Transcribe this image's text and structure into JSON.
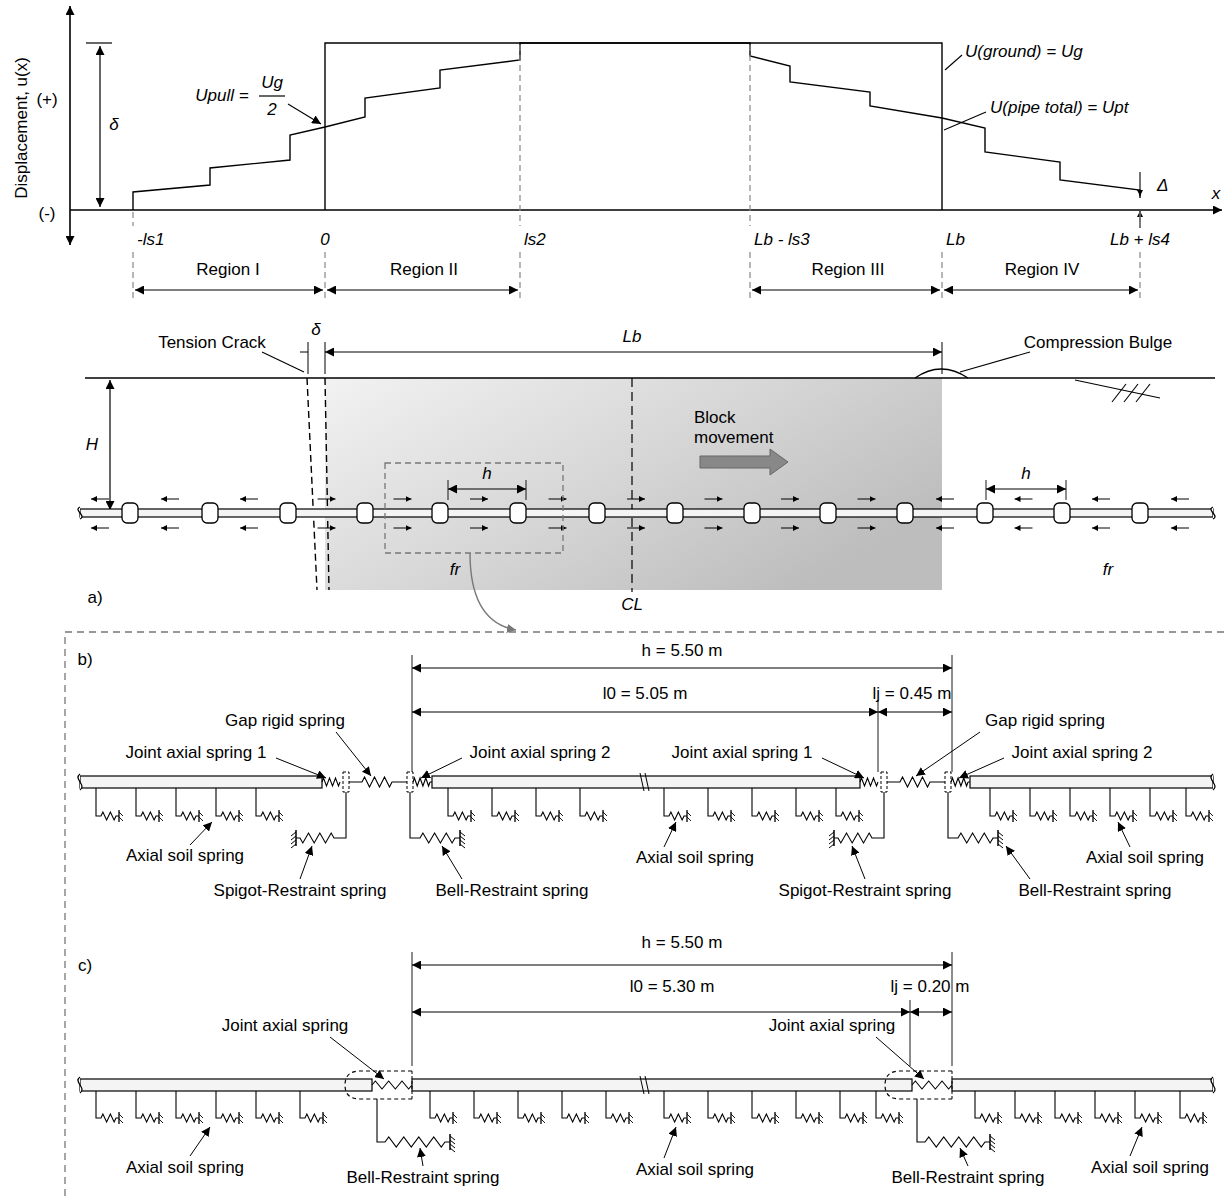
{
  "diagram": {
    "labels": [
      "Displacement, u(x)",
      "(+)",
      "(-)",
      "δ",
      "Upull =",
      "Ug",
      "2",
      "U(ground) = Ug",
      "U(pipe total) = Upt",
      "Δ",
      "x",
      "-ls1",
      "0",
      "ls2",
      "Lb - ls3",
      "Lb",
      "Lb + ls4",
      "Region I",
      "Region II",
      "Region III",
      "Region IV",
      "Tension Crack",
      "δ",
      "Lb",
      "Compression Bulge",
      "H",
      "Block movement",
      "h",
      "h",
      "fr",
      "fr",
      "CL",
      "a)",
      "b)",
      "h = 5.50 m",
      "l0 = 5.05 m",
      "lj = 0.45 m",
      "Gap rigid spring",
      "Gap rigid spring",
      "Joint axial spring 1",
      "Joint axial spring 2",
      "Joint axial spring 1",
      "Joint axial spring 2",
      "Axial soil spring",
      "Axial soil spring",
      "Axial soil spring",
      "Spigot-Restraint spring",
      "Bell-Restraint spring",
      "Spigot-Restraint spring",
      "Bell-Restraint spring",
      "c)",
      "h = 5.50 m",
      "l0 = 5.30 m",
      "lj = 0.20 m",
      "Joint axial spring",
      "Joint axial spring",
      "Axial soil spring",
      "Axial soil spring",
      "Axial soil spring",
      "Bell-Restraint spring",
      "Bell-Restraint spring"
    ]
  }
}
